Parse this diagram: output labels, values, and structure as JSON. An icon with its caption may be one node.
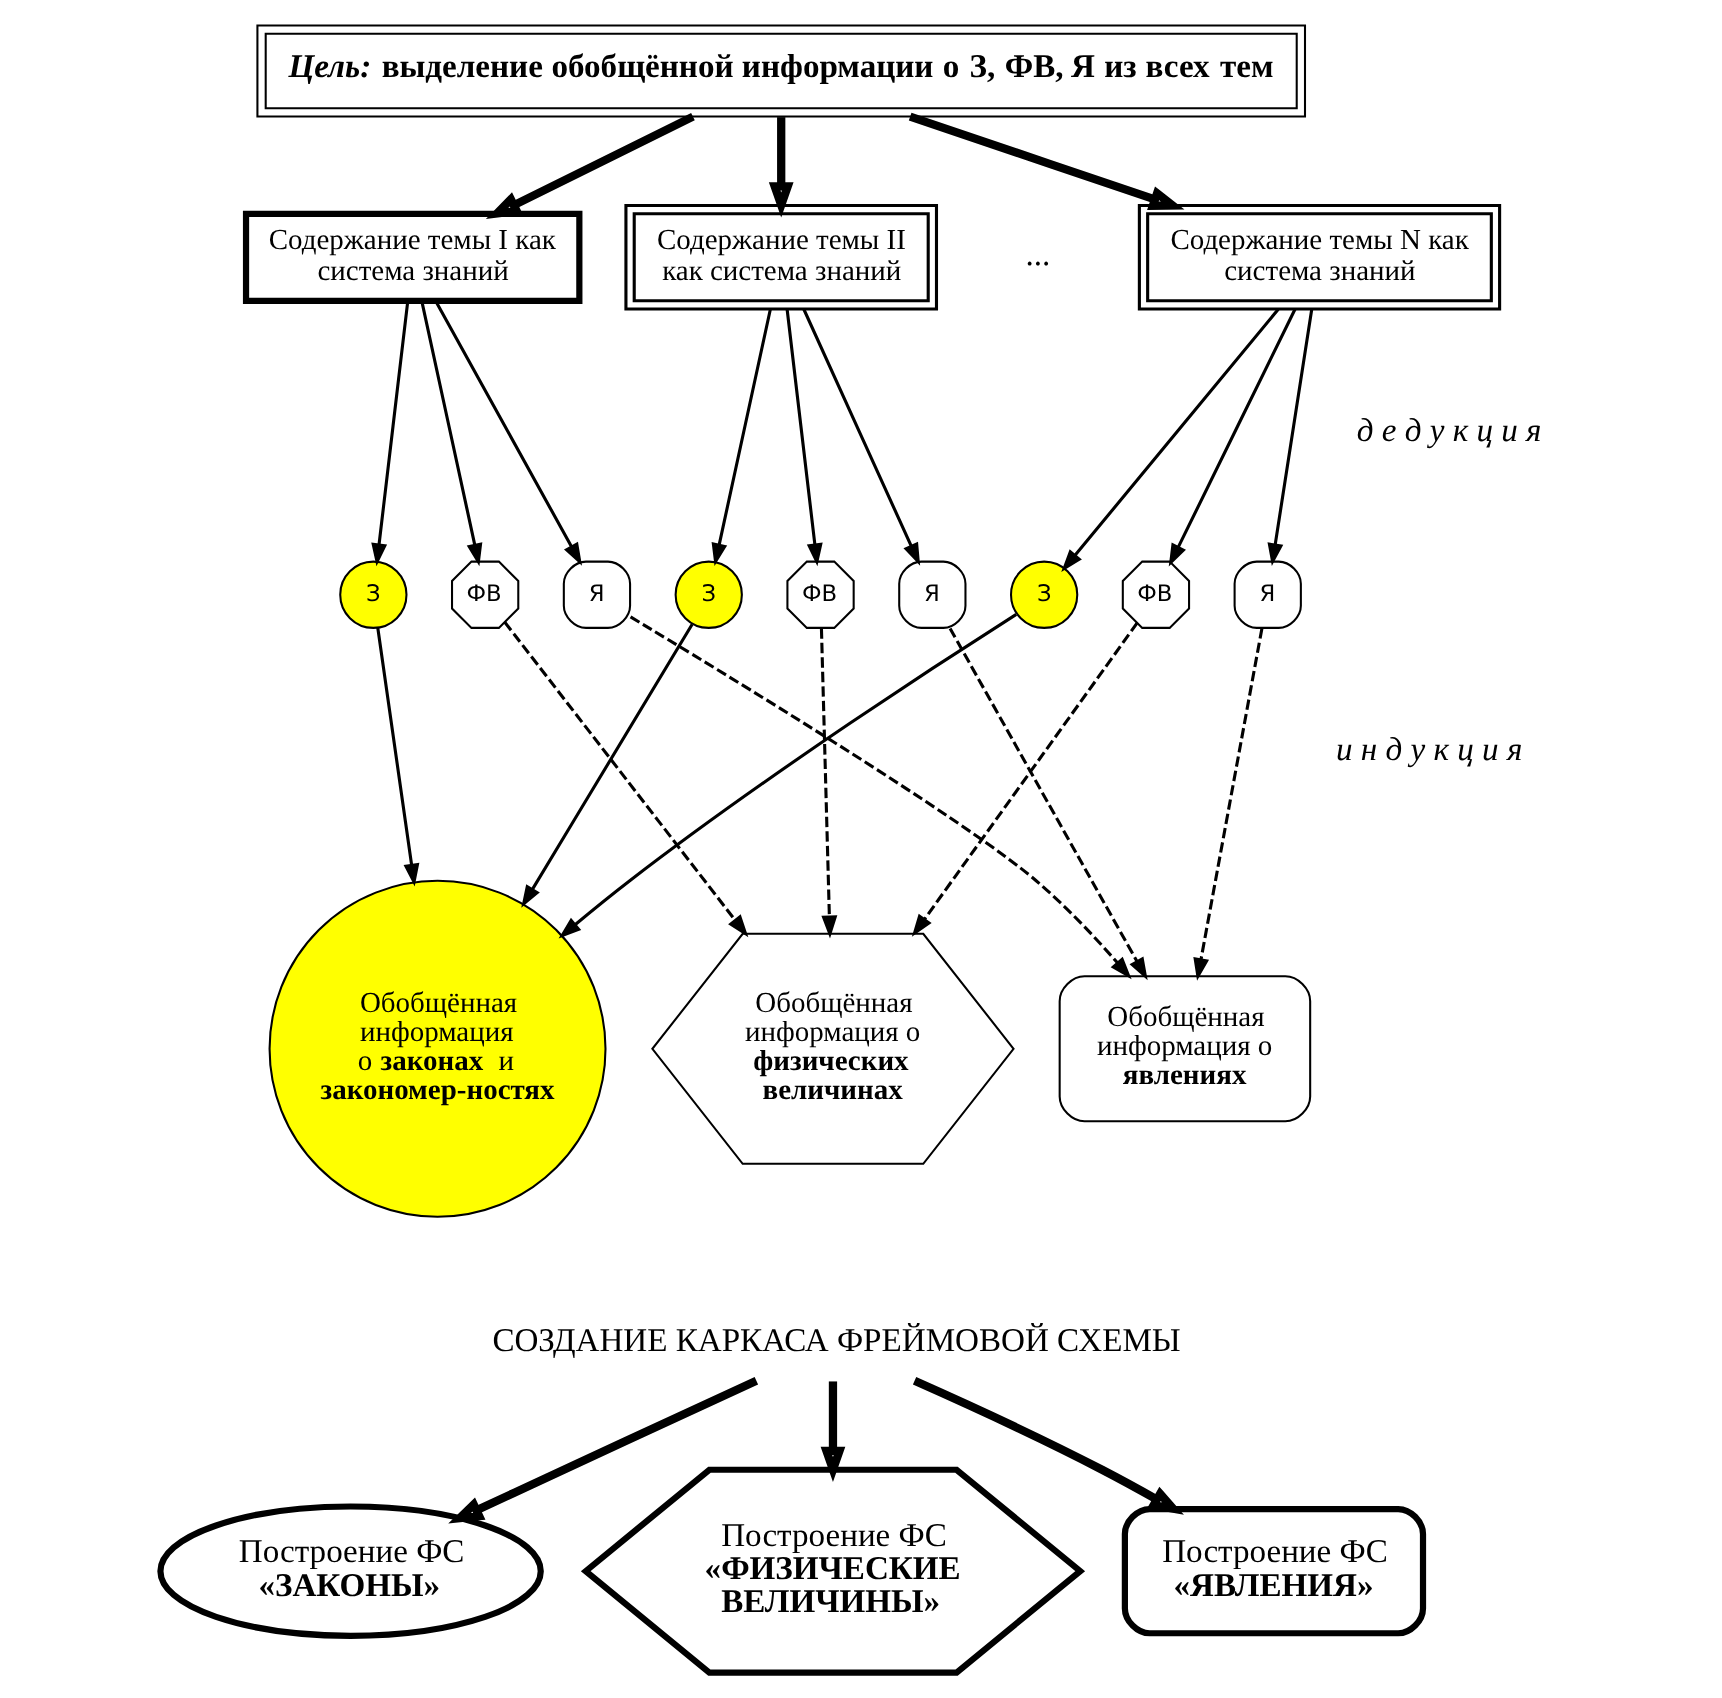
{
  "diagram": {
    "nodes": [
      {
        "text": [
          "*Цель:* выделение обобщённой информации о З, ФВ, Я из всех тем"
        ]
      },
      {
        "text": [
          "Содержание темы I как система знаний"
        ]
      },
      {
        "text": [
          "Содержание темы II как система знаний"
        ]
      },
      {
        "text": [
          "Содержание темы N как система знаний"
        ]
      },
      {
        "text": [
          "З"
        ]
      },
      {
        "text": [
          "ФВ"
        ]
      },
      {
        "text": [
          "Я"
        ]
      },
      {
        "text": [
          "З"
        ]
      },
      {
        "text": [
          "ФВ"
        ]
      },
      {
        "text": [
          "Я"
        ]
      },
      {
        "text": [
          "З"
        ]
      },
      {
        "text": [
          "ФВ"
        ]
      },
      {
        "text": [
          "Я"
        ]
      },
      {
        "text": [
          "Обобщённая информация о **законах** и **закономер-ностях**"
        ]
      },
      {
        "text": [
          "Обобщённая информация о **физических величинах**"
        ]
      },
      {
        "text": [
          "Обобщённая информация о **явлениях**"
        ]
      },
      {
        "text": [
          "СОЗДАНИЕ КАРКАСА ФРЕЙМОВОЙ СХЕМЫ"
        ]
      },
      {
        "text": [
          "Построение ФС **«ЗАКОНЫ»**"
        ]
      },
      {
        "text": [
          "Построение ФС **«ФИЗИЧЕСКИЕ ВЕЛИЧИНЫ»**"
        ]
      },
      {
        "text": [
          "Построение ФС **«ЯВЛЕНИЯ»**"
        ]
      }
    ],
    "edges": [
      {
        "from": 0,
        "to": 1,
        "arrow": "to",
        "style": "thick"
      },
      {
        "from": 0,
        "to": 2,
        "arrow": "to",
        "style": "thick"
      },
      {
        "from": 0,
        "to": 3,
        "arrow": "to",
        "style": "thick"
      },
      {
        "from": 1,
        "to": 4,
        "arrow": "to"
      },
      {
        "from": 1,
        "to": 5,
        "arrow": "to"
      },
      {
        "from": 1,
        "to": 6,
        "arrow": "to"
      },
      {
        "from": 2,
        "to": 7,
        "arrow": "to"
      },
      {
        "from": 2,
        "to": 8,
        "arrow": "to"
      },
      {
        "from": 2,
        "to": 9,
        "arrow": "to"
      },
      {
        "from": 3,
        "to": 10,
        "arrow": "to"
      },
      {
        "from": 3,
        "to": 11,
        "arrow": "to"
      },
      {
        "from": 3,
        "to": 12,
        "arrow": "to"
      },
      {
        "from": 4,
        "to": 13,
        "arrow": "to"
      },
      {
        "from": 7,
        "to": 13,
        "arrow": "to"
      },
      {
        "from": 10,
        "to": 13,
        "arrow": "to"
      },
      {
        "from": 5,
        "to": 14,
        "arrow": "to",
        "style": "dashed"
      },
      {
        "from": 8,
        "to": 14,
        "arrow": "to",
        "style": "dashed"
      },
      {
        "from": 11,
        "to": 14,
        "arrow": "to",
        "style": "dashed"
      },
      {
        "from": 6,
        "to": 15,
        "arrow": "to",
        "style": "dashed"
      },
      {
        "from": 9,
        "to": 15,
        "arrow": "to",
        "style": "dashed"
      },
      {
        "from": 12,
        "to": 15,
        "arrow": "to",
        "style": "dashed"
      },
      {
        "from": 16,
        "to": 17,
        "arrow": "to",
        "style": "thick"
      },
      {
        "from": 16,
        "to": 18,
        "arrow": "to",
        "style": "thick"
      },
      {
        "from": 16,
        "to": 19,
        "arrow": "to",
        "style": "thick"
      }
    ],
    "labels": [
      "...",
      "д е д у к ц и я",
      "и н д у к ц и я"
    ]
  }
}
